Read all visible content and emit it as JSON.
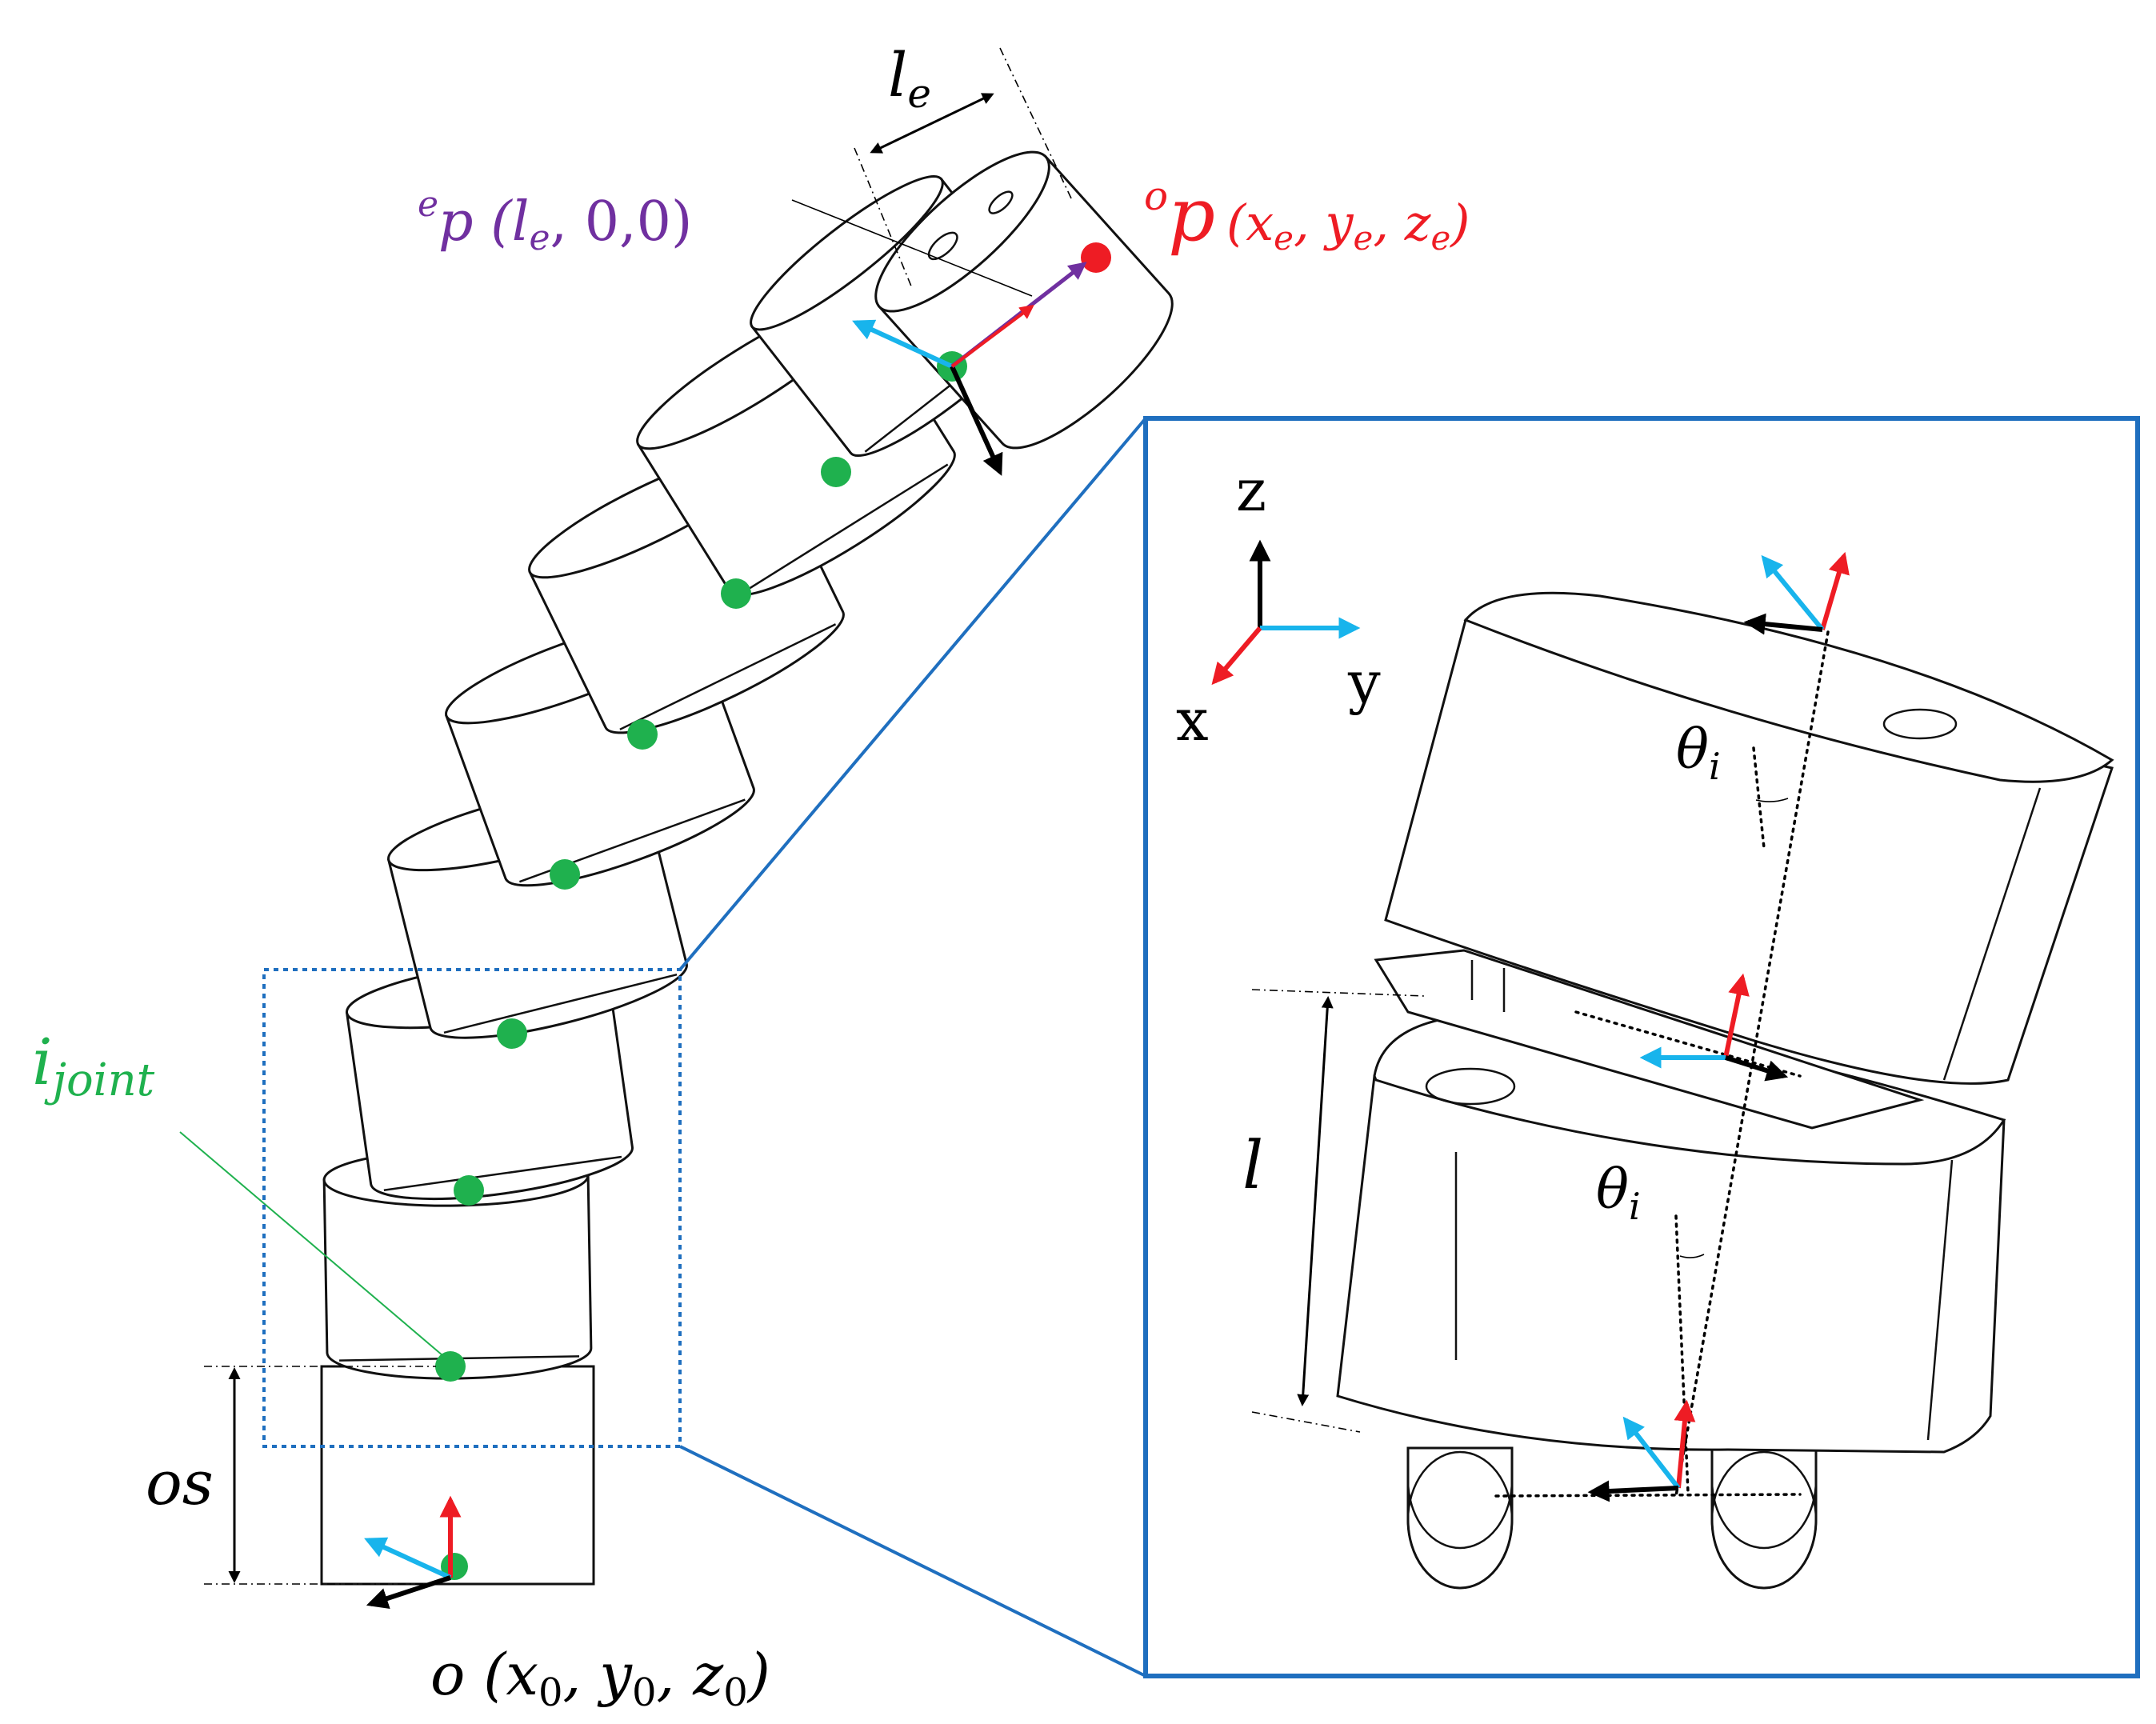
{
  "labels": {
    "end_length": "l",
    "end_length_sub": "e",
    "end_point_local_sup": "e",
    "end_point_local": "p (",
    "end_point_local_l": "l",
    "end_point_local_l_sub": "e",
    "end_point_local_tail": ", 0,0)",
    "end_point_base_sup": "o",
    "end_point_base": "p",
    "end_point_base_coords": "(x",
    "end_point_base_coords_sub1": "e",
    "end_point_base_coords_mid1": ", y",
    "end_point_base_coords_sub2": "e",
    "end_point_base_coords_mid2": ", z",
    "end_point_base_coords_sub3": "e",
    "end_point_base_coords_tail": ")",
    "joint_label": "i",
    "joint_label_sub": "joint",
    "offset_label": "os",
    "origin_label": "o (x",
    "origin_sub1": "0",
    "origin_mid1": ", y",
    "origin_sub2": "0",
    "origin_mid2": ", z",
    "origin_sub3": "0",
    "origin_tail": ")",
    "axis_z": "z",
    "axis_x": "x",
    "axis_y": "y",
    "theta_top": "θ",
    "theta_top_sub": "i",
    "theta_bottom": "θ",
    "theta_bottom_sub": "i",
    "segment_length": "l"
  },
  "colors": {
    "joint_marker": "#1fb14e",
    "end_marker": "#ee1c24",
    "end_point_base_text": "#ee1c24",
    "end_point_local_text": "#7030a0",
    "joint_label_text": "#1fb14e",
    "frame_x": "#ee1c24",
    "frame_y": "#18b4ec",
    "frame_z": "#000000",
    "end_vector": "#7030a0",
    "inset_border": "#1f6fbf",
    "zoom_box": "#1f6fbf"
  }
}
